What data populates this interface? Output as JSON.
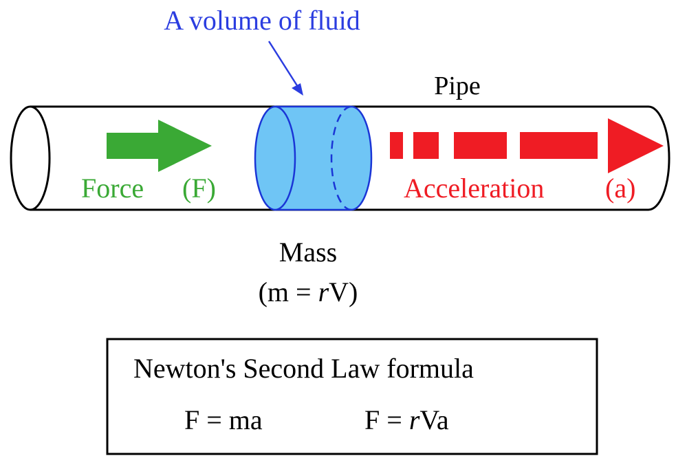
{
  "labels": {
    "volume_label": "A volume of fluid",
    "pipe_label": "Pipe",
    "force_label": "Force",
    "force_symbol": "(F)",
    "acceleration_label": "Acceleration",
    "acceleration_symbol": "(a)",
    "mass_label": "Mass",
    "mass_formula_prefix": "(m = ",
    "mass_formula_rho": "r",
    "mass_formula_suffix": "V)"
  },
  "formula_box": {
    "title": "Newton's Second Law formula",
    "formula1": "F = ma",
    "formula2_prefix": "F = ",
    "formula2_rho": "r",
    "formula2_suffix": "Va"
  },
  "colors": {
    "pipe_stroke": "#000000",
    "volume_label": "#2b3de0",
    "volume_fill": "#6fc5f5",
    "volume_stroke": "#1a35d6",
    "force": "#3aa935",
    "acceleration": "#ef1c24",
    "text": "#000000"
  },
  "icons": {
    "volume_pointer": "arrow-down-right-icon",
    "force_arrow": "arrow-right-icon",
    "acceleration_arrow": "dashed-arrow-right-icon"
  }
}
